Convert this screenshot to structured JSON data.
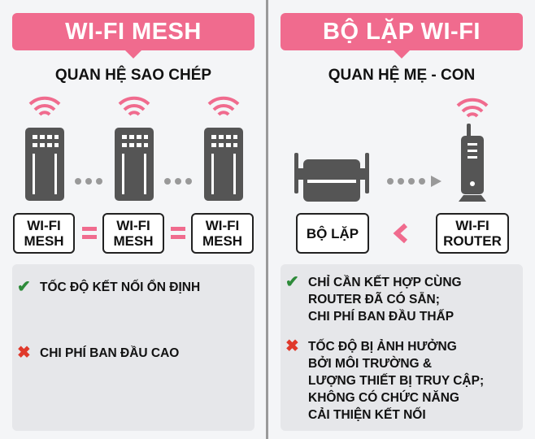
{
  "left": {
    "title": "WI-FI MESH",
    "subtitle": "QUAN HỆ SAO CHÉP",
    "nodes": [
      {
        "line1": "WI-FI",
        "line2": "MESH"
      },
      {
        "line1": "WI-FI",
        "line2": "MESH"
      },
      {
        "line1": "WI-FI",
        "line2": "MESH"
      }
    ],
    "pros": [
      "TỐC ĐỘ KẾT NỐI ỔN ĐỊNH"
    ],
    "cons": [
      "CHI PHÍ BAN ĐẦU CAO"
    ]
  },
  "right": {
    "title": "BỘ LẶP WI-FI",
    "subtitle": "QUAN HỆ MẸ - CON",
    "repeater": "BỘ LẶP",
    "router": {
      "line1": "WI-FI",
      "line2": "ROUTER"
    },
    "pros": [
      "CHỈ CẦN KẾT HỢP CÙNG",
      "ROUTER ĐÃ CÓ SẴN;",
      "CHI PHÍ BAN ĐẦU THẤP"
    ],
    "cons": [
      "TỐC ĐỘ BỊ ẢNH HƯỞNG",
      "BỞI MÔI TRƯỜNG &",
      "LƯỢNG THIẾT BỊ TRUY CẬP;",
      "KHÔNG CÓ CHỨC NĂNG",
      "CẢI THIỆN KẾT NỐI"
    ]
  },
  "colors": {
    "accent": "#f06b8e",
    "device": "#555555",
    "check": "#2e8b3a",
    "cross": "#e0392b"
  }
}
